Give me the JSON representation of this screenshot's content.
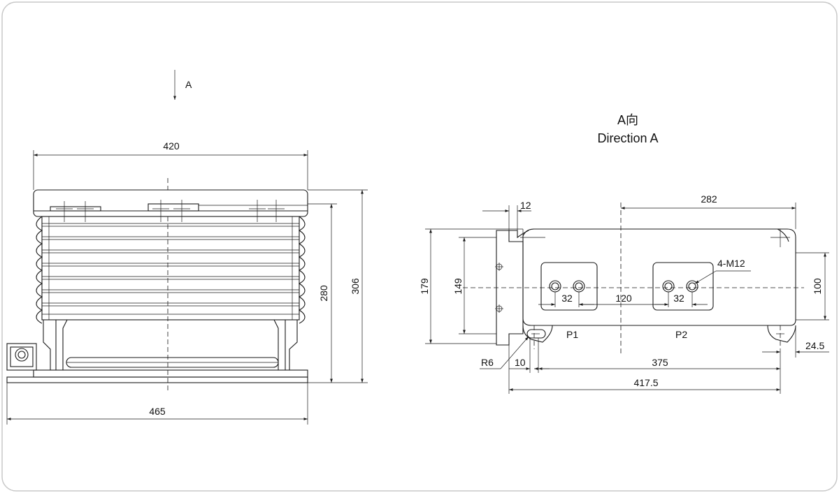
{
  "view_arrow_label": "A",
  "title": {
    "line1": "A向",
    "line2": "Direction A"
  },
  "front_view": {
    "dims": {
      "top_width": "420",
      "base_width": "465",
      "body_height": "280",
      "total_height": "306"
    }
  },
  "side_view": {
    "dims": {
      "slot_width": "12",
      "right_offset": "282",
      "bolt_span": "100",
      "height_outer": "179",
      "height_inner": "149",
      "terminal_pitch_left": "32",
      "terminal_pitch_right": "32",
      "terminal_center": "120",
      "edge_offset": "24.5",
      "slot_offset": "10",
      "mount_span": "375",
      "overall_length": "417.5",
      "radius": "R6",
      "thread": "4-M12"
    },
    "terminals": {
      "p1": "P1",
      "p2": "P2"
    }
  },
  "colors": {
    "line": "#1a1a1a",
    "frame": "#c8c8c8",
    "background": "#ffffff"
  }
}
